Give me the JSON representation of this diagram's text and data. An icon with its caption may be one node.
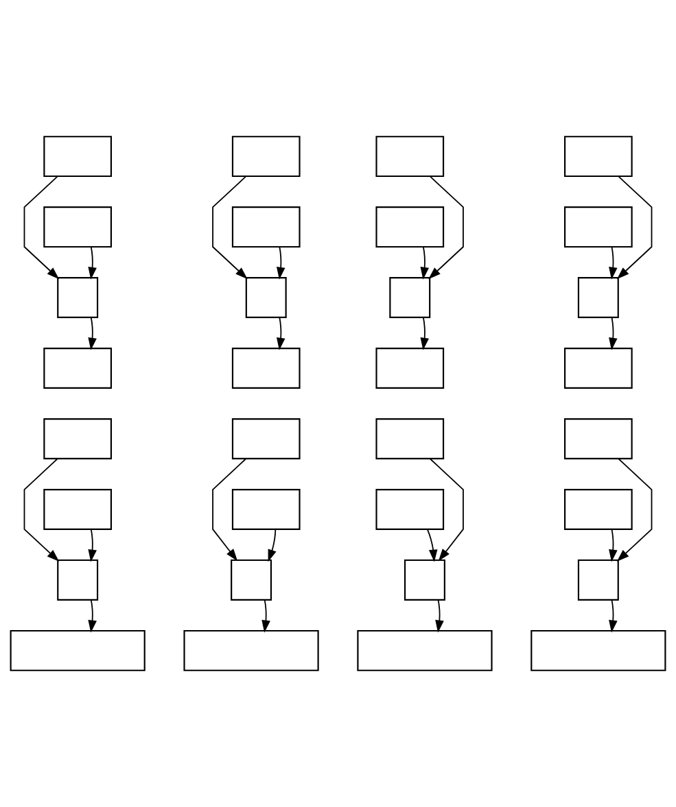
{
  "diagram": {
    "nodes": [
      {
        "text": [],
        "shape": "box"
      },
      {
        "text": [],
        "shape": "box"
      },
      {
        "text": [],
        "shape": "box"
      },
      {
        "text": [],
        "shape": "box"
      },
      {
        "text": [],
        "shape": "box"
      },
      {
        "text": [],
        "shape": "box"
      },
      {
        "text": [],
        "shape": "box"
      },
      {
        "text": [],
        "shape": "box"
      },
      {
        "text": [],
        "shape": "box"
      },
      {
        "text": [],
        "shape": "box"
      },
      {
        "text": [],
        "shape": "box"
      },
      {
        "text": [],
        "shape": "box"
      },
      {
        "text": [],
        "shape": "box"
      },
      {
        "text": [],
        "shape": "box"
      },
      {
        "text": [],
        "shape": "box"
      },
      {
        "text": [],
        "shape": "box"
      },
      {
        "text": [],
        "shape": "box"
      },
      {
        "text": [],
        "shape": "box"
      },
      {
        "text": [],
        "shape": "box"
      },
      {
        "text": [],
        "shape": "box"
      },
      {
        "text": [],
        "shape": "box"
      },
      {
        "text": [],
        "shape": "box"
      },
      {
        "text": [],
        "shape": "box"
      },
      {
        "text": [],
        "shape": "box"
      },
      {
        "text": [],
        "shape": "box"
      },
      {
        "text": [],
        "shape": "box"
      },
      {
        "text": [],
        "shape": "box"
      },
      {
        "text": [],
        "shape": "box"
      },
      {
        "text": [],
        "shape": "box"
      },
      {
        "text": [],
        "shape": "box"
      },
      {
        "text": [],
        "shape": "box"
      },
      {
        "text": [],
        "shape": "box"
      }
    ],
    "edges": [
      {
        "from": 0,
        "to": 8,
        "arrow": "to"
      },
      {
        "from": 4,
        "to": 8,
        "arrow": "to"
      },
      {
        "from": 1,
        "to": 9,
        "arrow": "to"
      },
      {
        "from": 5,
        "to": 9,
        "arrow": "to"
      },
      {
        "from": 2,
        "to": 10,
        "arrow": "to"
      },
      {
        "from": 6,
        "to": 10,
        "arrow": "to"
      },
      {
        "from": 3,
        "to": 11,
        "arrow": "to"
      },
      {
        "from": 7,
        "to": 11,
        "arrow": "to"
      },
      {
        "from": 8,
        "to": 12,
        "arrow": "to"
      },
      {
        "from": 9,
        "to": 13,
        "arrow": "to"
      },
      {
        "from": 10,
        "to": 14,
        "arrow": "to"
      },
      {
        "from": 11,
        "to": 15,
        "arrow": "to"
      },
      {
        "from": 16,
        "to": 24,
        "arrow": "to"
      },
      {
        "from": 20,
        "to": 24,
        "arrow": "to"
      },
      {
        "from": 17,
        "to": 25,
        "arrow": "to"
      },
      {
        "from": 21,
        "to": 25,
        "arrow": "to"
      },
      {
        "from": 18,
        "to": 26,
        "arrow": "to"
      },
      {
        "from": 22,
        "to": 26,
        "arrow": "to"
      },
      {
        "from": 19,
        "to": 27,
        "arrow": "to"
      },
      {
        "from": 23,
        "to": 27,
        "arrow": "to"
      },
      {
        "from": 24,
        "to": 28,
        "arrow": "to"
      },
      {
        "from": 25,
        "to": 29,
        "arrow": "to"
      },
      {
        "from": 26,
        "to": 30,
        "arrow": "to"
      },
      {
        "from": 27,
        "to": 31,
        "arrow": "to"
      }
    ]
  }
}
